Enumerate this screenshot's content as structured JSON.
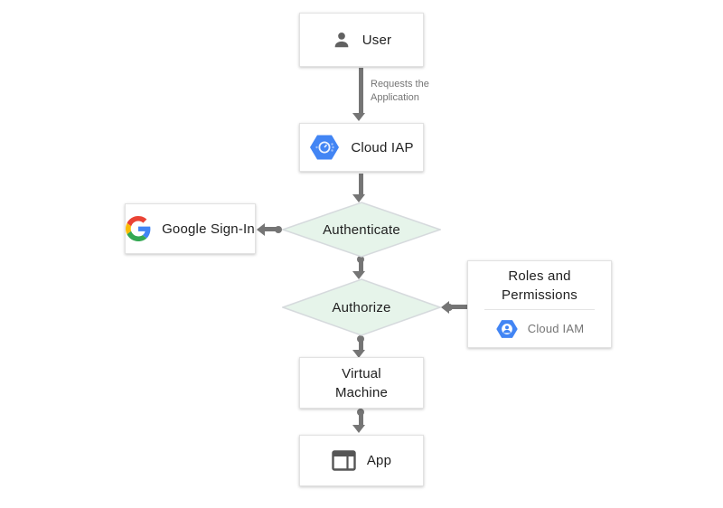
{
  "nodes": {
    "user": {
      "label": "User"
    },
    "cloud_iap": {
      "label": "Cloud IAP"
    },
    "authenticate": {
      "label": "Authenticate"
    },
    "google_sign_in": {
      "label": "Google Sign-In"
    },
    "authorize": {
      "label": "Authorize"
    },
    "roles_permissions": {
      "label_line1": "Roles and",
      "label_line2": "Permissions",
      "service_label": "Cloud IAM"
    },
    "virtual_machine": {
      "label_line1": "Virtual",
      "label_line2": "Machine"
    },
    "app": {
      "label": "App"
    }
  },
  "edges": {
    "user_to_cloud_iap": {
      "label_line1": "Requests the",
      "label_line2": "Application"
    }
  },
  "icons": {
    "user": "person-icon",
    "cloud_iap": "gcp-iap-hexagon-icon",
    "google": "google-g-icon",
    "cloud_iam": "gcp-iam-hexagon-icon",
    "app": "app-window-icon"
  },
  "colors": {
    "arrow": "#757575",
    "box_background": "#ffffff",
    "box_border": "#e2e2e2",
    "diamond_fill": "#e6f4ea",
    "diamond_border": "#d6dadd",
    "text_primary": "#212121",
    "text_secondary": "#757575",
    "google_blue": "#4285f4",
    "google_red": "#ea4335",
    "google_yellow": "#fbbc05",
    "google_green": "#34a853"
  }
}
